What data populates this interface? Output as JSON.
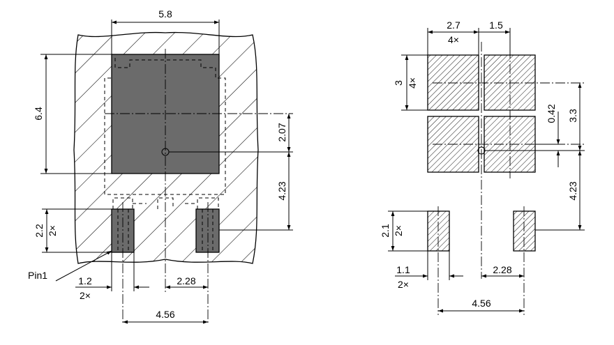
{
  "colors": {
    "pad_fill": "#6b6b6b",
    "line": "#000000",
    "background": "#ffffff"
  },
  "left_view": {
    "dim_width_top": "5.8",
    "dim_height_left": "6.4",
    "dim_center_offset": "2.07",
    "dim_center_to_leads": "4.23",
    "dim_lead_length": "2.2",
    "dim_lead_length_count": "2×",
    "pin_label": "Pin1",
    "dim_lead_width": "1.2",
    "dim_lead_width_count": "2×",
    "dim_half_pitch": "2.28",
    "dim_pitch": "4.56"
  },
  "right_view": {
    "dim_pad_width": "2.7",
    "dim_pad_width_count": "4×",
    "dim_pad_width_small": "1.5",
    "dim_pad_height": "3",
    "dim_pad_height_count": "4×",
    "dim_gap": "0.42",
    "dim_center_offset": "3.3",
    "dim_center_to_leads": "4.23",
    "dim_lead_length": "2.1",
    "dim_lead_length_count": "2×",
    "dim_lead_width": "1.1",
    "dim_lead_width_count": "2×",
    "dim_half_pitch": "2.28",
    "dim_pitch": "4.56"
  }
}
